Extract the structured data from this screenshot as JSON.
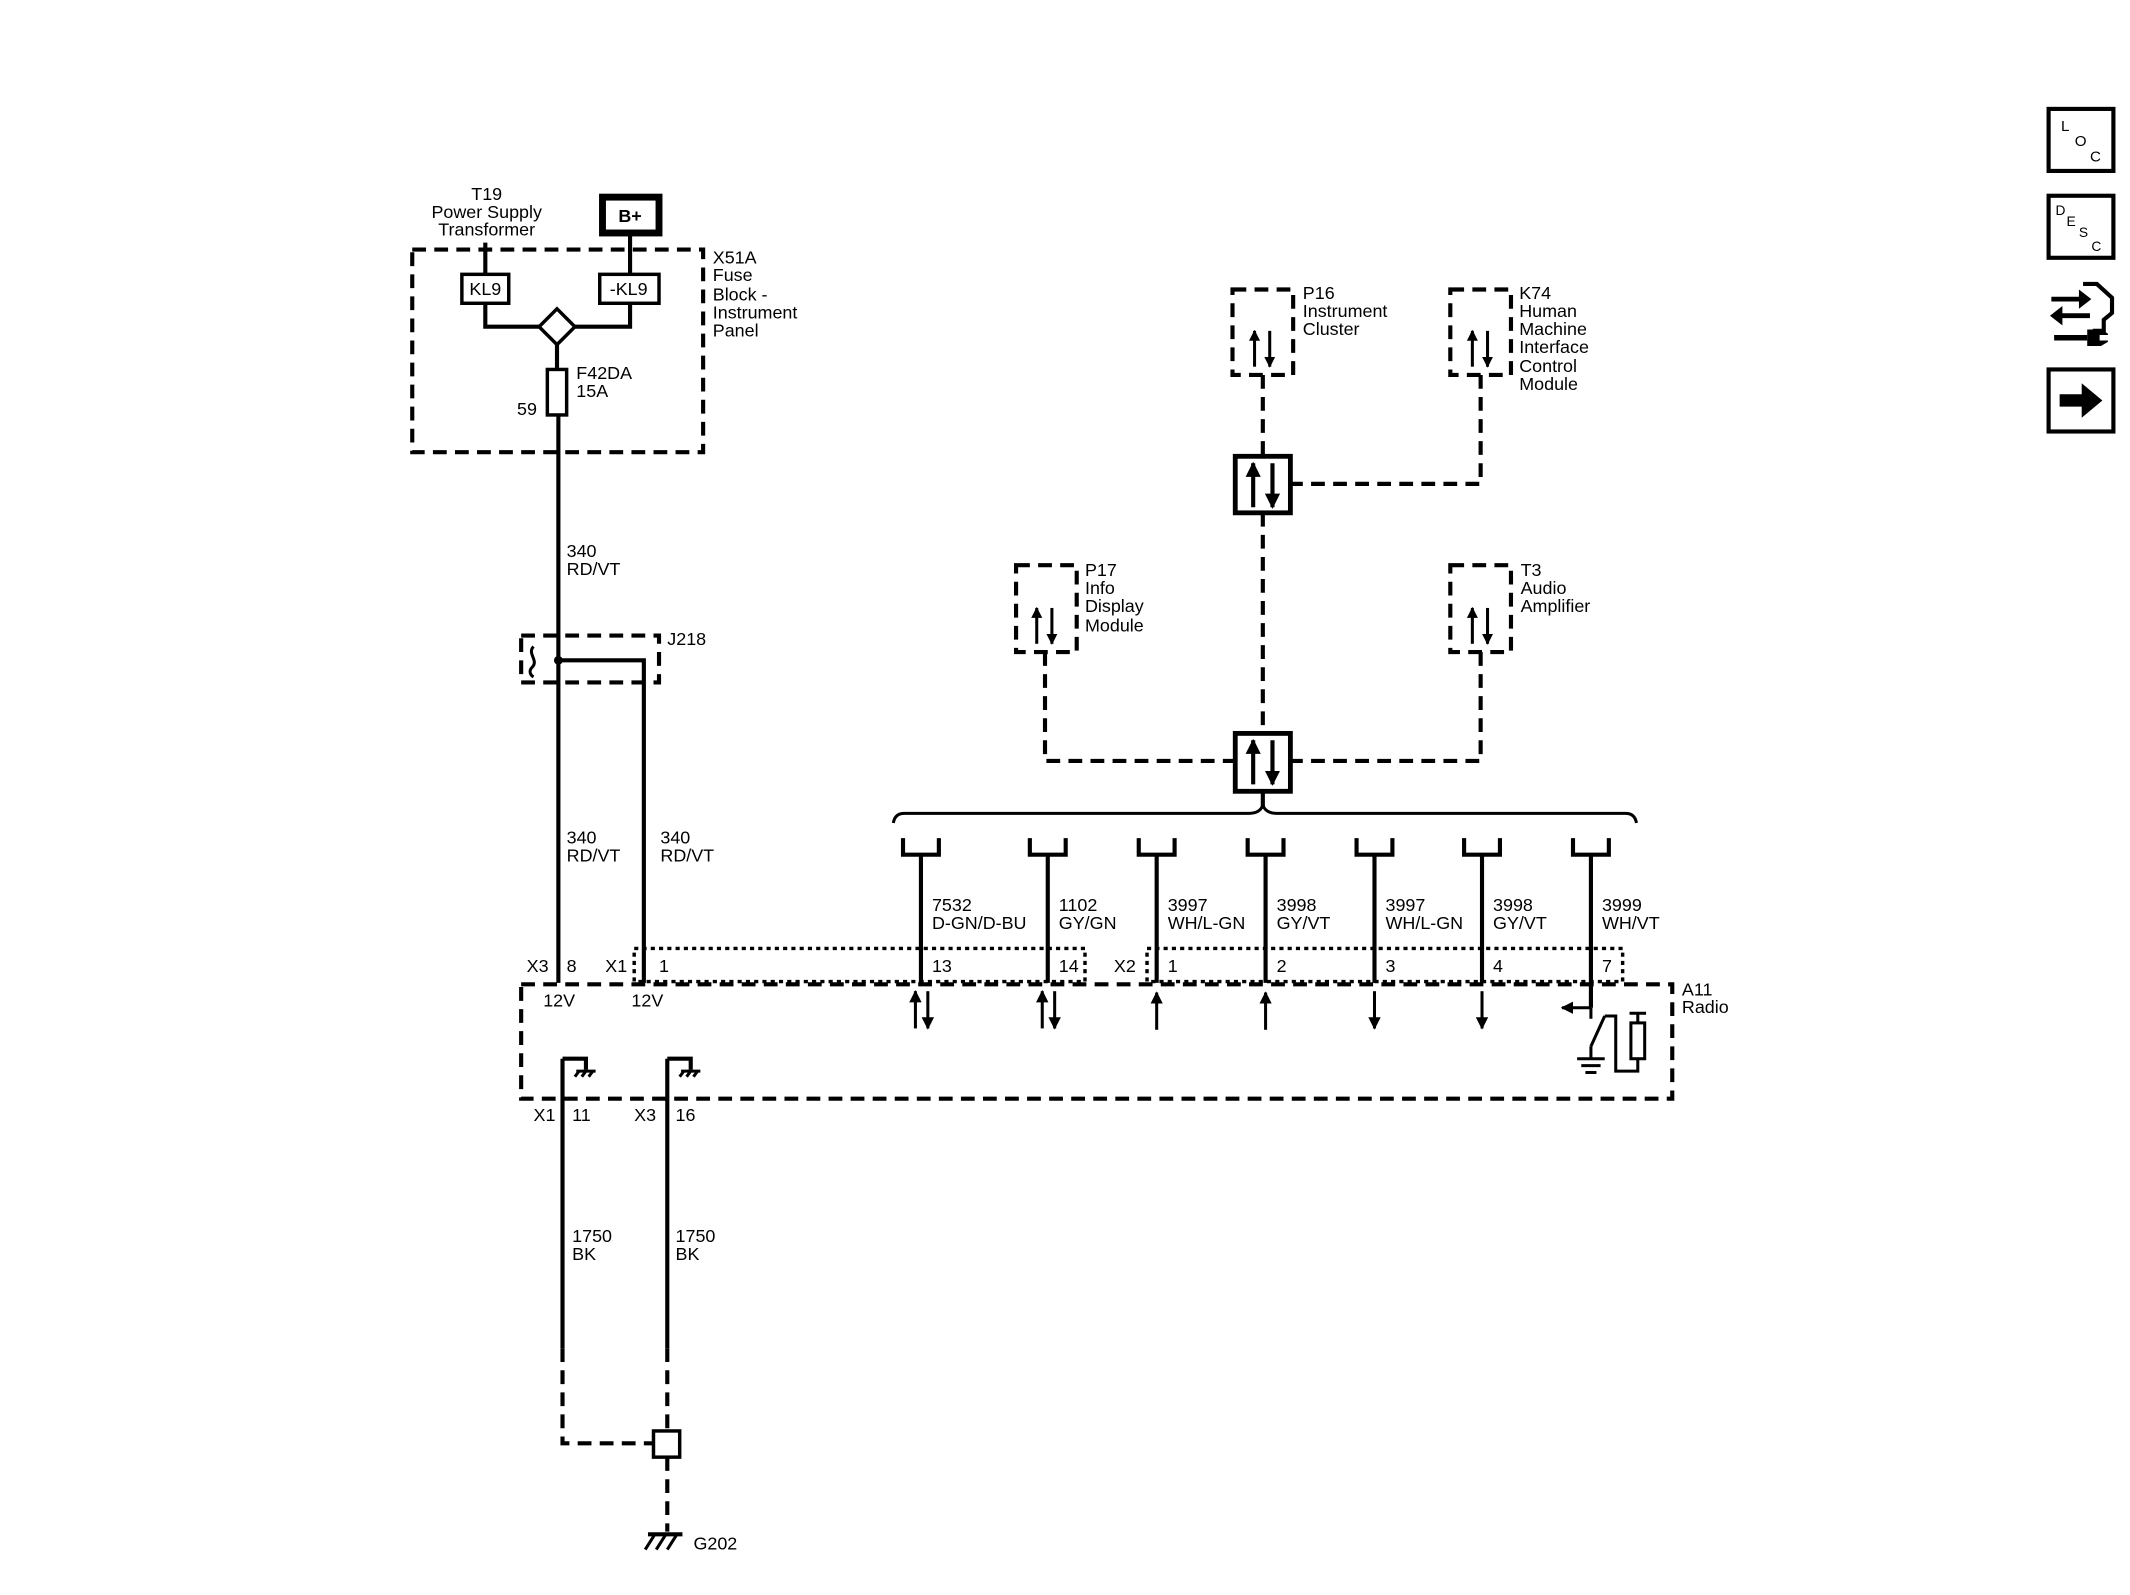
{
  "colors": {
    "ink": "#000000",
    "background": "#ffffff"
  },
  "t19": {
    "ref": "T19",
    "name": [
      "Power Supply",
      "Transformer"
    ]
  },
  "battery": {
    "label": "B+"
  },
  "x51a": {
    "ref": "X51A",
    "name": [
      "Fuse",
      "Block -",
      "Instrument",
      "Panel"
    ]
  },
  "terminals": {
    "kl9": "KL9",
    "neg_kl9": "-KL9"
  },
  "fuse": {
    "ref": "F42DA",
    "rating": "15A",
    "cavity": "59"
  },
  "j218": {
    "ref": "J218"
  },
  "circuits": {
    "fuse_feed": {
      "number": "340",
      "color": "RD/VT"
    },
    "x3_feed": {
      "number": "340",
      "color": "RD/VT"
    },
    "x1_feed": {
      "number": "340",
      "color": "RD/VT"
    },
    "x1_ground": {
      "number": "1750",
      "color": "BK"
    },
    "x3_ground": {
      "number": "1750",
      "color": "BK"
    }
  },
  "radio": {
    "ref": "A11",
    "name": "Radio",
    "x3_power": {
      "connector": "X3",
      "pin": "8",
      "voltage": "12V"
    },
    "x1_power": {
      "connector": "X1",
      "pin": "1",
      "voltage": "12V"
    },
    "x1_ground": {
      "connector": "X1",
      "pin": "11"
    },
    "x3_ground": {
      "connector": "X3",
      "pin": "16"
    },
    "x2_connector": "X2",
    "signal_pins": [
      {
        "pin": "13",
        "circuit": "7532",
        "color": "D-GN/D-BU",
        "arrow_icon": "up-down-arrows-icon"
      },
      {
        "pin": "14",
        "circuit": "1102",
        "color": "GY/GN",
        "arrow_icon": "up-down-arrows-icon"
      },
      {
        "pin": "1",
        "circuit": "3997",
        "color": "WH/L-GN",
        "arrow_icon": "up-arrow-icon"
      },
      {
        "pin": "2",
        "circuit": "3998",
        "color": "GY/VT",
        "arrow_icon": "up-arrow-icon"
      },
      {
        "pin": "3",
        "circuit": "3997",
        "color": "WH/L-GN",
        "arrow_icon": "down-arrow-icon"
      },
      {
        "pin": "4",
        "circuit": "3998",
        "color": "GY/VT",
        "arrow_icon": "down-arrow-icon"
      },
      {
        "pin": "7",
        "circuit": "3999",
        "color": "WH/VT",
        "arrow_icon": "switch-to-ground-icon"
      }
    ]
  },
  "ground": {
    "ref": "G202"
  },
  "modules": {
    "p16": {
      "ref": "P16",
      "name": [
        "Instrument",
        "Cluster"
      ]
    },
    "k74": {
      "ref": "K74",
      "name": [
        "Human",
        "Machine",
        "Interface",
        "Control",
        "Module"
      ]
    },
    "p17": {
      "ref": "P17",
      "name": [
        "Info",
        "Display",
        "Module"
      ]
    },
    "t3": {
      "ref": "T3",
      "name": [
        "Audio",
        "Amplifier"
      ]
    }
  },
  "nav": {
    "location": {
      "icon": "location-icon",
      "letters": [
        "L",
        "O",
        "C"
      ]
    },
    "description": {
      "icon": "description-icon",
      "letters": [
        "D",
        "E",
        "S",
        "C"
      ]
    },
    "repair": {
      "icon": "connector-repair-icon"
    },
    "next": {
      "icon": "next-arrow-icon"
    }
  }
}
